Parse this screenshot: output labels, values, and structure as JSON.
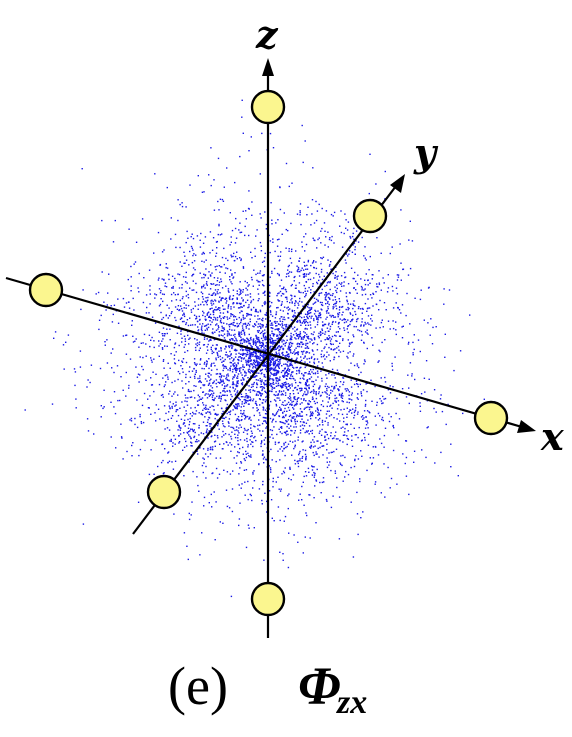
{
  "figure": {
    "axes": {
      "x": "x",
      "y": "y",
      "z": "z"
    },
    "caption": {
      "panel": "(e)",
      "symbol": "Φ",
      "subscript": "zx"
    },
    "colors": {
      "atom_fill": "#fbf68f",
      "atom_stroke": "#000000",
      "density_points": "#1a1ae6",
      "axis": "#000000"
    }
  }
}
